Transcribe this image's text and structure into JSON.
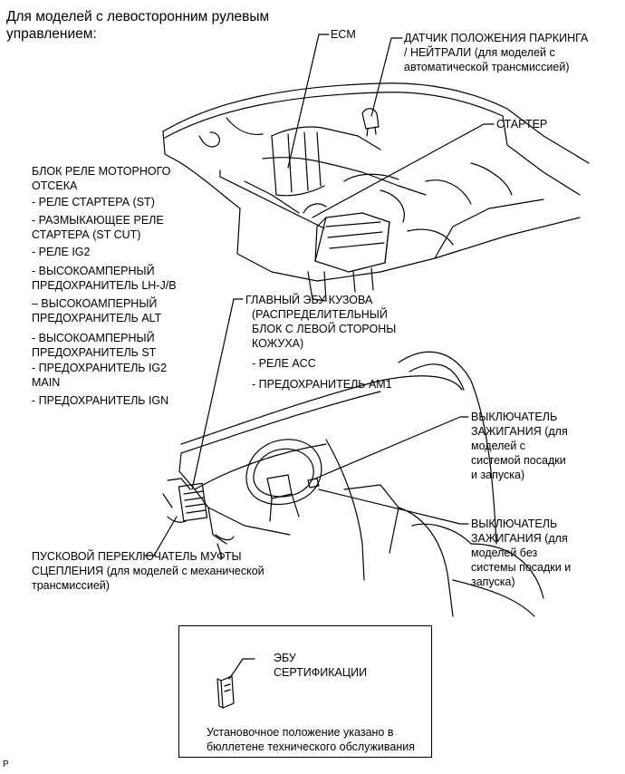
{
  "page_title": [
    "Для моделей с левосторонним рулевым",
    "управлением:"
  ],
  "labels": {
    "ecm": "ECM",
    "park_neutral_sensor": [
      "ДАТЧИК ПОЛОЖЕНИЯ ПАРКИНГА",
      "/ НЕЙТРАЛИ (для моделей с",
      "автоматической трансмиссией)"
    ],
    "starter": "СТАРТЕР",
    "engine_relay_block": {
      "title": [
        "БЛОК РЕЛЕ МОТОРНОГО",
        "ОТСЕКА"
      ],
      "items": [
        [
          "- РЕЛЕ СТАРТЕРА (ST)"
        ],
        [
          "- РАЗМЫКАЮЩЕЕ РЕЛЕ",
          "СТАРТЕРА (ST CUT)"
        ],
        [
          "- РЕЛЕ IG2"
        ],
        [
          "- ВЫСОКОАМПЕРНЫЙ",
          "ПРЕДОХРАНИТЕЛЬ LH-J/B"
        ],
        [
          "– ВЫСОКОАМПЕРНЫЙ",
          "ПРЕДОХРАНИТЕЛЬ ALT"
        ],
        [
          "- ВЫСОКОАМПЕРНЫЙ",
          "ПРЕДОХРАНИТЕЛЬ ST"
        ],
        [
          "- ПРЕДОХРАНИТЕЛЬ IG2",
          "MAIN"
        ],
        [
          "- ПРЕДОХРАНИТЕЛЬ IGN"
        ]
      ]
    },
    "main_body_ecu": {
      "title": [
        "ГЛАВНЫЙ ЭБУ КУЗОВА",
        "(РАСПРЕДЕЛИТЕЛЬНЫЙ",
        "БЛОК С ЛЕВОЙ СТОРОНЫ",
        "КОЖУХА)"
      ],
      "items": [
        "- РЕЛЕ ACC",
        "- ПРЕДОХРАНИТЕЛЬ AM1"
      ]
    },
    "ignition_switch_smart": [
      "ВЫКЛЮЧАТЕЛЬ",
      "ЗАЖИГАНИЯ (для",
      "моделей с",
      "системой посадки",
      "и запуска)"
    ],
    "ignition_switch_no_smart": [
      "ВЫКЛЮЧАТЕЛЬ",
      "ЗАЖИГАНИЯ (для",
      "моделей без",
      "системы посадки и",
      "запуска)"
    ],
    "clutch_switch": [
      "ПУСКОВОЙ ПЕРЕКЛЮЧАТЕЛЬ МУФТЫ",
      "СЦЕПЛЕНИЯ (для моделей с механической",
      "трансмиссией)"
    ]
  },
  "inset": {
    "label": [
      "ЭБУ",
      "СЕРТИФИКАЦИИ"
    ],
    "note": [
      "Установочное положение указано в",
      "бюллетене технического обслуживания"
    ]
  },
  "corner_mark": "P"
}
